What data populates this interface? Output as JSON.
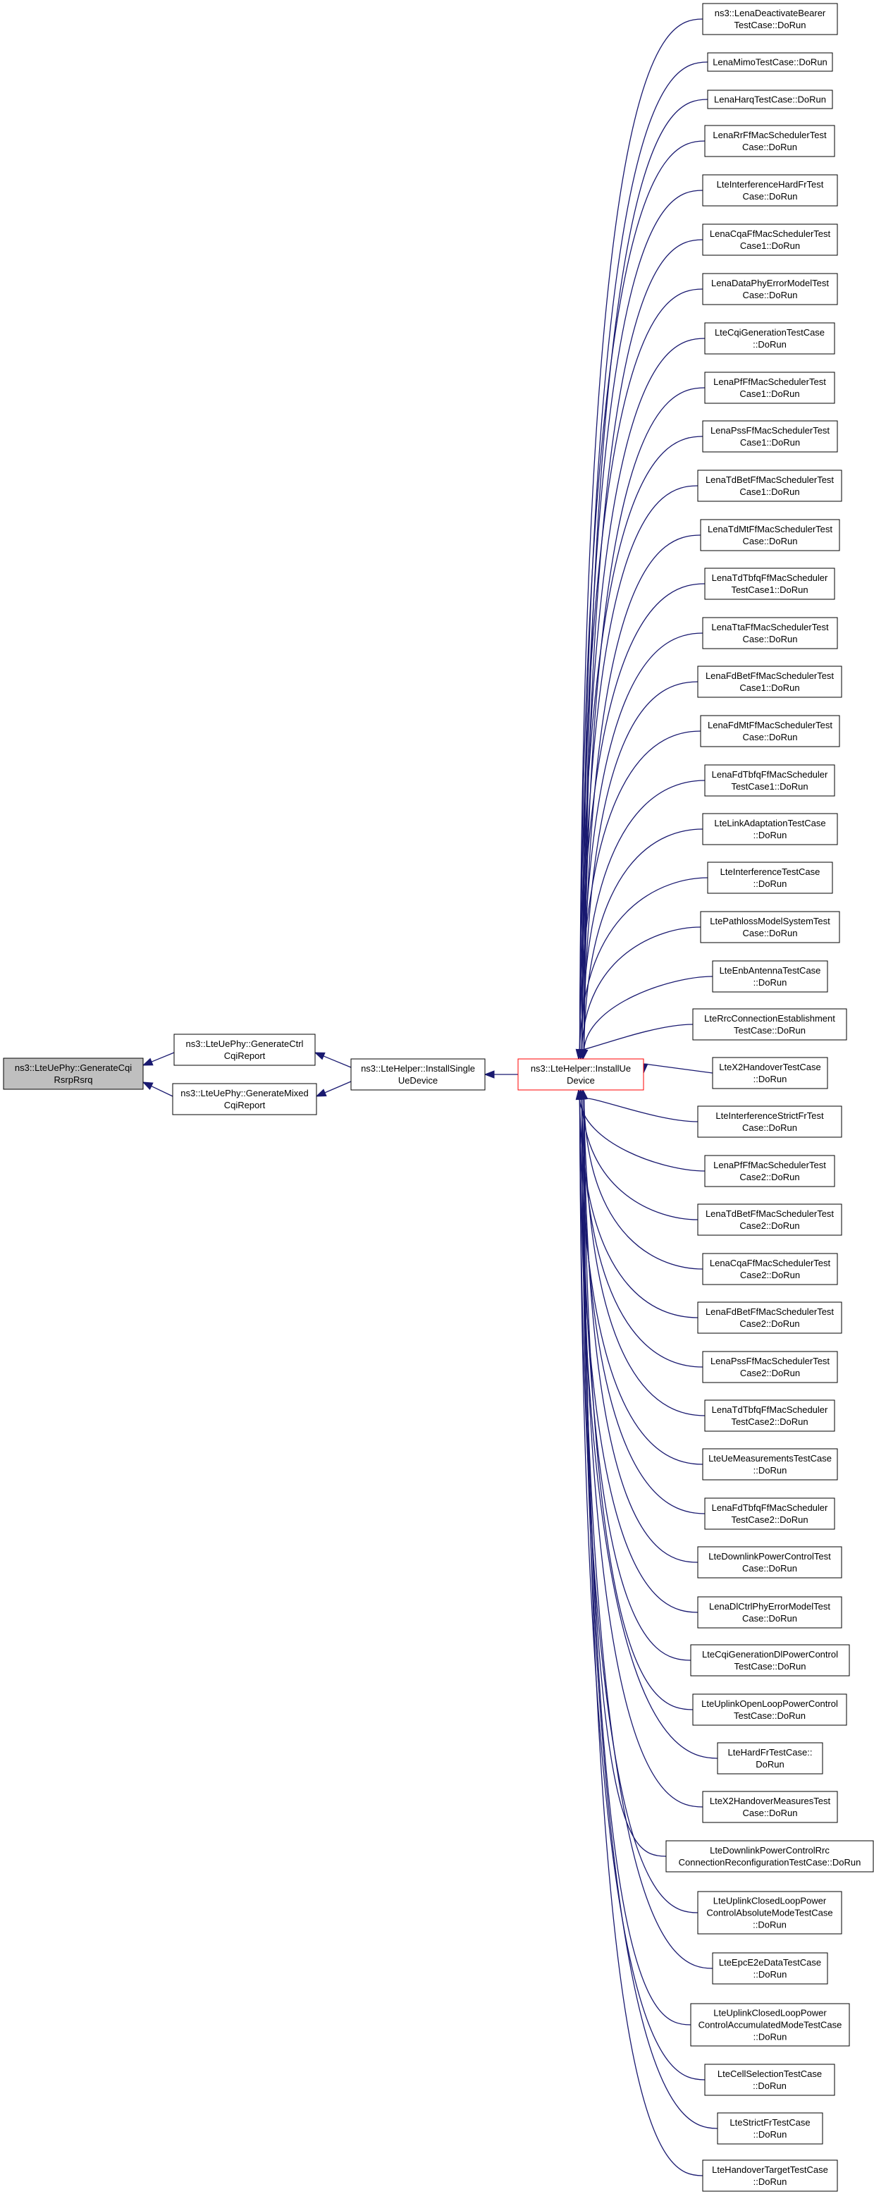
{
  "diagram": {
    "type": "doxygen-caller-graph",
    "colors": {
      "edge": "#191970",
      "node_border": "#000000",
      "focus_node_fill": "#bfbfbf",
      "highlight_border": "#ff0000",
      "background": "#ffffff"
    },
    "root": {
      "id": "root",
      "lines": [
        "ns3::LteUePhy::GenerateCqi",
        "RsrpRsrq"
      ]
    },
    "level1": [
      {
        "id": "genctrl",
        "lines": [
          "ns3::LteUePhy::GenerateCtrl",
          "CqiReport"
        ]
      },
      {
        "id": "genmixed",
        "lines": [
          "ns3::LteUePhy::GenerateMixed",
          "CqiReport"
        ]
      }
    ],
    "level2": {
      "id": "installsingle",
      "lines": [
        "ns3::LteHelper::InstallSingle",
        "UeDevice"
      ]
    },
    "level3": {
      "id": "installue",
      "lines": [
        "ns3::LteHelper::InstallUe",
        "Device"
      ]
    },
    "callers": [
      {
        "lines": [
          "ns3::LenaDeactivateBearer",
          "TestCase::DoRun"
        ]
      },
      {
        "lines": [
          "LenaMimoTestCase::DoRun"
        ]
      },
      {
        "lines": [
          "LenaHarqTestCase::DoRun"
        ]
      },
      {
        "lines": [
          "LenaRrFfMacSchedulerTest",
          "Case::DoRun"
        ]
      },
      {
        "lines": [
          "LteInterferenceHardFrTest",
          "Case::DoRun"
        ]
      },
      {
        "lines": [
          "LenaCqaFfMacSchedulerTest",
          "Case1::DoRun"
        ]
      },
      {
        "lines": [
          "LenaDataPhyErrorModelTest",
          "Case::DoRun"
        ]
      },
      {
        "lines": [
          "LteCqiGenerationTestCase",
          "::DoRun"
        ]
      },
      {
        "lines": [
          "LenaPfFfMacSchedulerTest",
          "Case1::DoRun"
        ]
      },
      {
        "lines": [
          "LenaPssFfMacSchedulerTest",
          "Case1::DoRun"
        ]
      },
      {
        "lines": [
          "LenaTdBetFfMacSchedulerTest",
          "Case1::DoRun"
        ]
      },
      {
        "lines": [
          "LenaTdMtFfMacSchedulerTest",
          "Case::DoRun"
        ]
      },
      {
        "lines": [
          "LenaTdTbfqFfMacScheduler",
          "TestCase1::DoRun"
        ]
      },
      {
        "lines": [
          "LenaTtaFfMacSchedulerTest",
          "Case::DoRun"
        ]
      },
      {
        "lines": [
          "LenaFdBetFfMacSchedulerTest",
          "Case1::DoRun"
        ]
      },
      {
        "lines": [
          "LenaFdMtFfMacSchedulerTest",
          "Case::DoRun"
        ]
      },
      {
        "lines": [
          "LenaFdTbfqFfMacScheduler",
          "TestCase1::DoRun"
        ]
      },
      {
        "lines": [
          "LteLinkAdaptationTestCase",
          "::DoRun"
        ]
      },
      {
        "lines": [
          "LteInterferenceTestCase",
          "::DoRun"
        ]
      },
      {
        "lines": [
          "LtePathlossModelSystemTest",
          "Case::DoRun"
        ]
      },
      {
        "lines": [
          "LteEnbAntennaTestCase",
          "::DoRun"
        ]
      },
      {
        "lines": [
          "LteRrcConnectionEstablishment",
          "TestCase::DoRun"
        ]
      },
      {
        "lines": [
          "LteX2HandoverTestCase",
          "::DoRun"
        ]
      },
      {
        "lines": [
          "LteInterferenceStrictFrTest",
          "Case::DoRun"
        ]
      },
      {
        "lines": [
          "LenaPfFfMacSchedulerTest",
          "Case2::DoRun"
        ]
      },
      {
        "lines": [
          "LenaTdBetFfMacSchedulerTest",
          "Case2::DoRun"
        ]
      },
      {
        "lines": [
          "LenaCqaFfMacSchedulerTest",
          "Case2::DoRun"
        ]
      },
      {
        "lines": [
          "LenaFdBetFfMacSchedulerTest",
          "Case2::DoRun"
        ]
      },
      {
        "lines": [
          "LenaPssFfMacSchedulerTest",
          "Case2::DoRun"
        ]
      },
      {
        "lines": [
          "LenaTdTbfqFfMacScheduler",
          "TestCase2::DoRun"
        ]
      },
      {
        "lines": [
          "LteUeMeasurementsTestCase",
          "::DoRun"
        ]
      },
      {
        "lines": [
          "LenaFdTbfqFfMacScheduler",
          "TestCase2::DoRun"
        ]
      },
      {
        "lines": [
          "LteDownlinkPowerControlTest",
          "Case::DoRun"
        ]
      },
      {
        "lines": [
          "LenaDlCtrlPhyErrorModelTest",
          "Case::DoRun"
        ]
      },
      {
        "lines": [
          "LteCqiGenerationDlPowerControl",
          "TestCase::DoRun"
        ]
      },
      {
        "lines": [
          "LteUplinkOpenLoopPowerControl",
          "TestCase::DoRun"
        ]
      },
      {
        "lines": [
          "LteHardFrTestCase::",
          "DoRun"
        ]
      },
      {
        "lines": [
          "LteX2HandoverMeasuresTest",
          "Case::DoRun"
        ]
      },
      {
        "lines": [
          "LteDownlinkPowerControlRrc",
          "ConnectionReconfigurationTestCase::DoRun"
        ]
      },
      {
        "lines": [
          "LteUplinkClosedLoopPower",
          "ControlAbsoluteModeTestCase",
          "::DoRun"
        ]
      },
      {
        "lines": [
          "LteEpcE2eDataTestCase",
          "::DoRun"
        ]
      },
      {
        "lines": [
          "LteUplinkClosedLoopPower",
          "ControlAccumulatedModeTestCase",
          "::DoRun"
        ]
      },
      {
        "lines": [
          "LteCellSelectionTestCase",
          "::DoRun"
        ]
      },
      {
        "lines": [
          "LteStrictFrTestCase",
          "::DoRun"
        ]
      },
      {
        "lines": [
          "LteHandoverTargetTestCase",
          "::DoRun"
        ]
      }
    ]
  }
}
